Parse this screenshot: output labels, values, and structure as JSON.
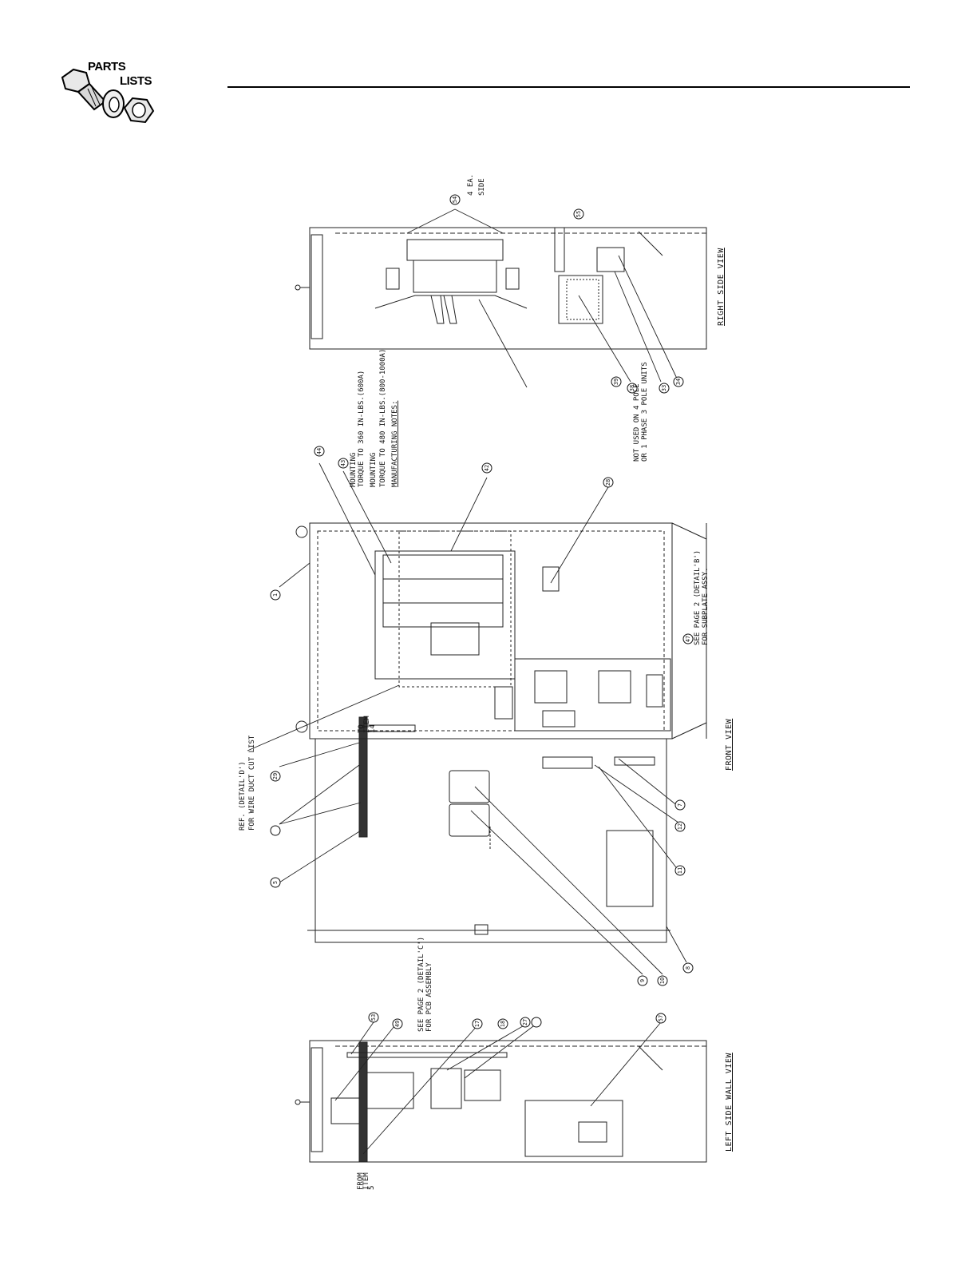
{
  "header": {
    "logo_text_1": "PARTS",
    "logo_text_2": "LISTS"
  },
  "views": {
    "right_side": "RIGHT SIDE VIEW",
    "front": "FRONT VIEW",
    "left_side": "LEFT SIDE WALL VIEW"
  },
  "notes": {
    "not_used": [
      "NOT USED ON 4 POLE",
      "OR 1 PHASE 3 POLE UNITS"
    ],
    "mfg": [
      "MOUNTING",
      "TORQUE TO 360 IN-LBS.(600A)",
      "MOUNTING",
      "TORQUE TO 480 IN-LBS.(800-1000A)",
      "MANUFACTURING NOTES:"
    ],
    "ea_side": [
      "4 EA.",
      "SIDE"
    ],
    "see_page2_b": [
      "SEE PAGE 2 (DETAIL'B')",
      "FOR SUBPLATE ASSY."
    ],
    "ref_detail_d": [
      "REF. (DETAIL'D')",
      "FOR WIRE DUCT CUT LIST"
    ],
    "see_page2_c": [
      "SEE PAGE 2 (DETAIL'C')",
      "FOR PCB ASSEMBLY"
    ],
    "to_item": [
      "TO",
      "ITEM",
      "14"
    ],
    "from_item": [
      "FROM",
      "ITEM",
      "5"
    ]
  },
  "callouts": {
    "c54": "54",
    "c55": "55",
    "c1": "1",
    "c28": "28",
    "c42": "42",
    "c44": "44",
    "c43": "43",
    "c39": "39",
    "c38": "38",
    "c33": "33",
    "c34": "34",
    "c47": "47",
    "c29": "29",
    "c11": "11",
    "c12": "12",
    "c7": "7",
    "c9": "9",
    "c10": "10",
    "c8": "8",
    "c5": "5",
    "c53": "53",
    "c49": "49",
    "c57": "57",
    "c27": "27",
    "c17": "17",
    "c18": "18"
  }
}
